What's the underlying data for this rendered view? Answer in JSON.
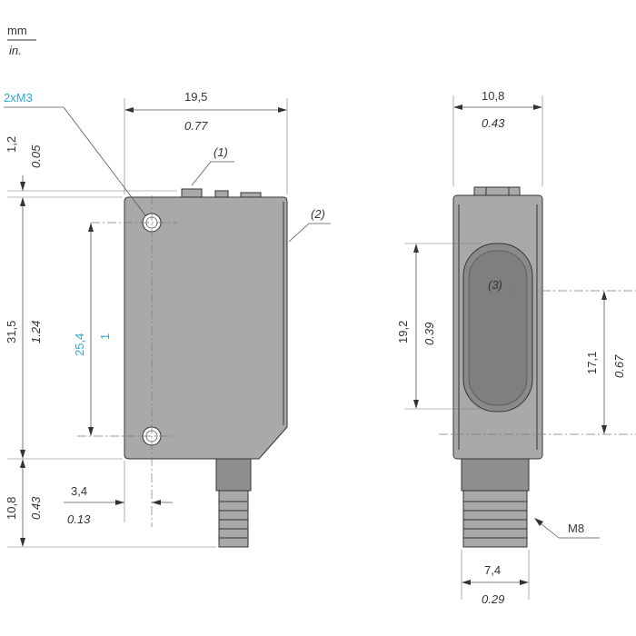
{
  "units": {
    "primary": "mm",
    "secondary": "in."
  },
  "side_view": {
    "thread_callout": "2xM3",
    "width_mm": "19,5",
    "width_in": "0.77",
    "top_offset_mm": "1,2",
    "top_offset_in": "0.05",
    "height_mm": "31,5",
    "height_in": "1.24",
    "hole_spacing_mm": "25,4",
    "hole_spacing_in": "1",
    "connector_length_mm": "10,8",
    "connector_length_in": "0.43",
    "hole_offset_mm": "3,4",
    "hole_offset_in": "0.13",
    "callout_1": "(1)",
    "callout_2": "(2)"
  },
  "front_view": {
    "width_mm": "10,8",
    "width_in": "0.43",
    "lens_height_mm": "19,2",
    "lens_height_in": "0.39",
    "lens_axis_mm": "17,1",
    "lens_axis_in": "0.67",
    "connector_width_mm": "7,4",
    "connector_width_in": "0.29",
    "thread_callout": "M8",
    "callout_3": "(3)"
  },
  "colors": {
    "accent": "#29a8e0",
    "housing": "#a9a9a9",
    "lens": "#7f7f7f"
  }
}
